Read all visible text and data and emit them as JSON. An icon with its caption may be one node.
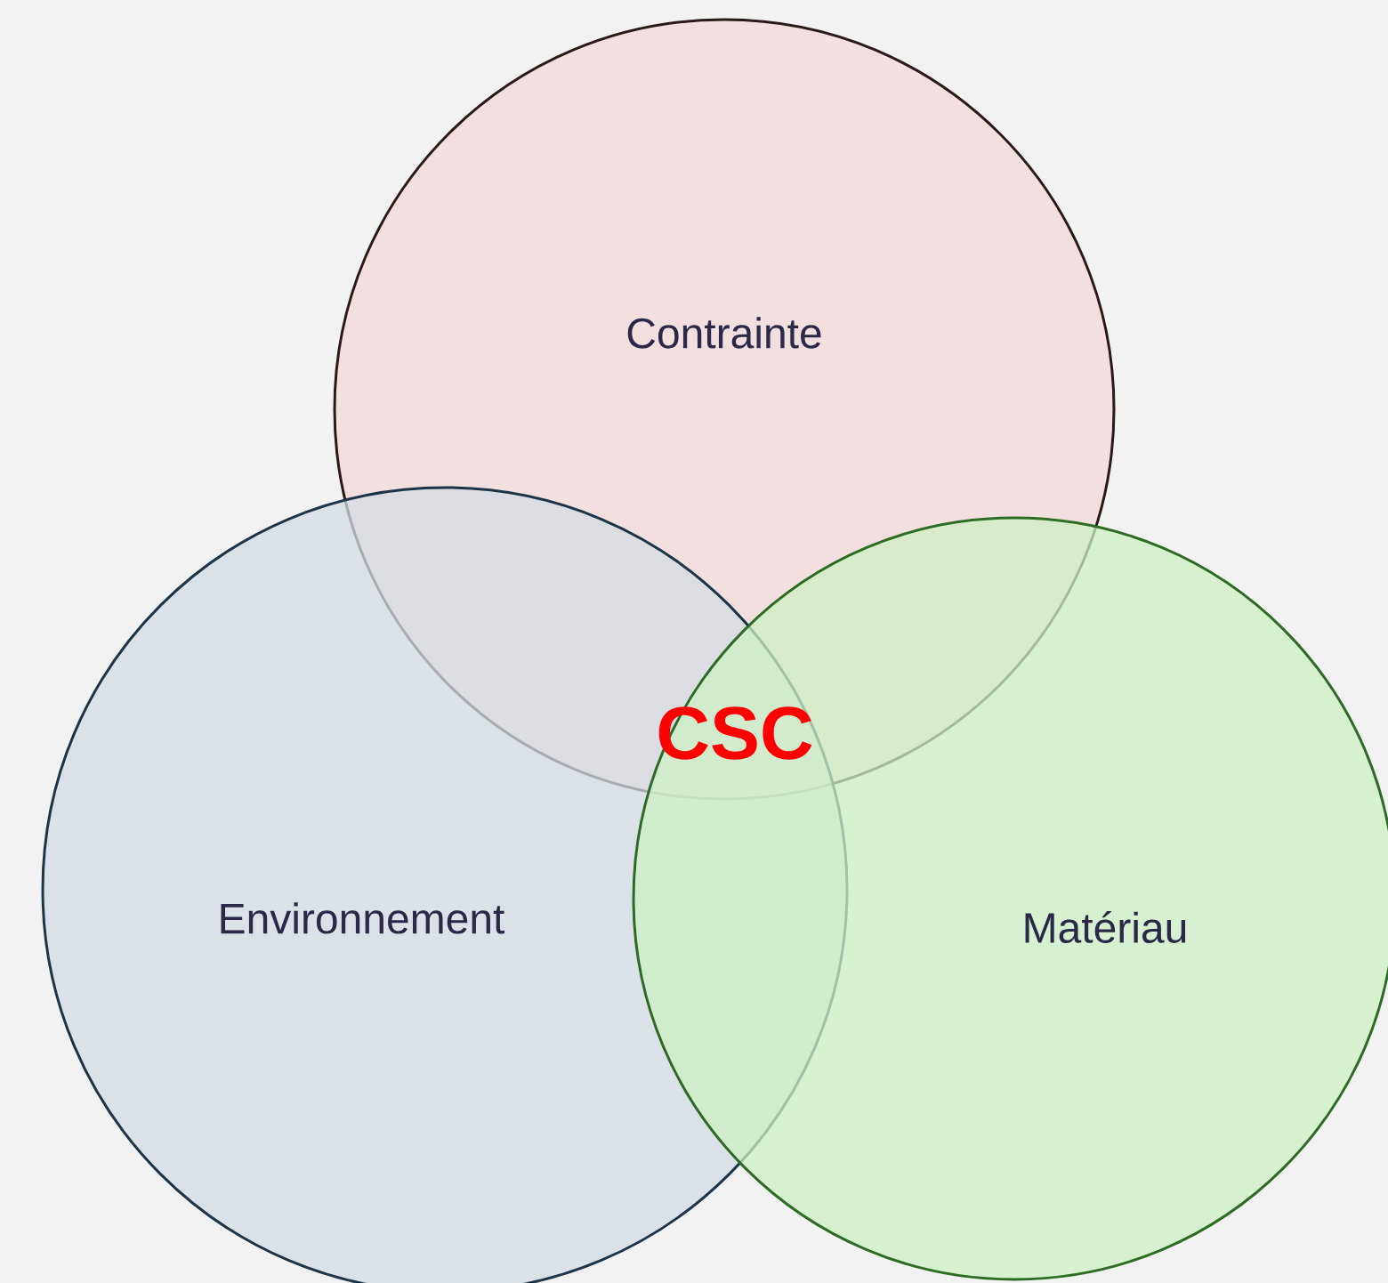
{
  "diagram": {
    "nodes": [
      {
        "text": [
          "Contrainte"
        ]
      },
      {
        "text": [
          "Environnement"
        ]
      },
      {
        "text": [
          "Matériau"
        ]
      }
    ],
    "labels": [
      "CSC"
    ]
  }
}
